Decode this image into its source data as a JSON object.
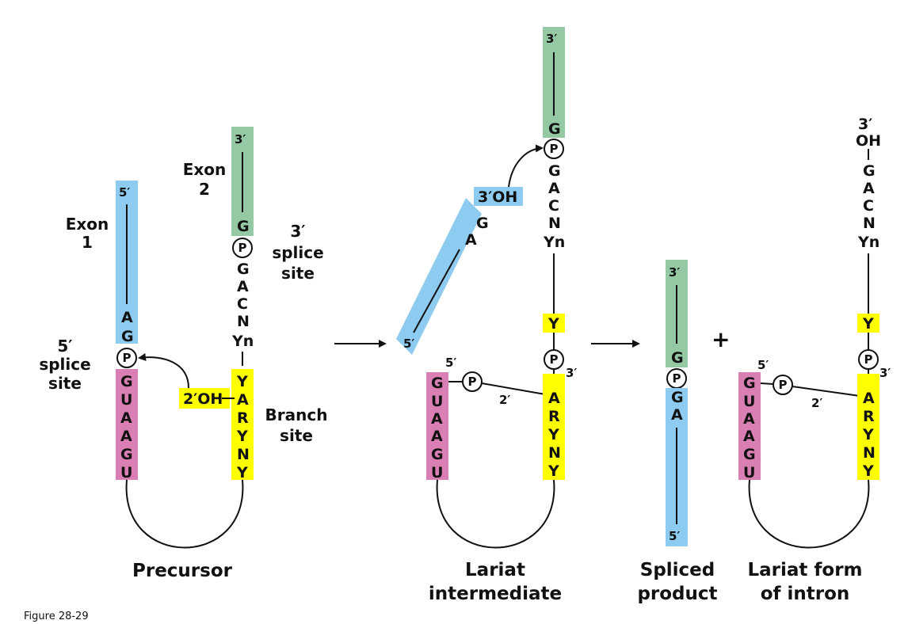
{
  "colors": {
    "exon1": "#8ecbf0",
    "exon2": "#94c9a3",
    "intron_start": "#d97fb3",
    "branch": "#ffff00",
    "line": "#111111"
  },
  "labels": {
    "p": "P",
    "five_prime": "5′",
    "three_prime": "3′",
    "two_prime": "2′",
    "oh_3": "3′OH",
    "oh_2": "2′OH",
    "plus": "+",
    "oh": "OH"
  },
  "precursor": {
    "exon1_label": [
      "Exon",
      "1"
    ],
    "exon2_label": [
      "Exon",
      "2"
    ],
    "five_splice": [
      "5′",
      "splice",
      "site"
    ],
    "three_splice": [
      "3′",
      "splice",
      "site"
    ],
    "branch_site": [
      "Branch",
      "site"
    ],
    "exon1_end": [
      "A",
      "G"
    ],
    "intron_5": [
      "G",
      "U",
      "A",
      "A",
      "G",
      "U"
    ],
    "exon2_start": "G",
    "intron_3": [
      "G",
      "A",
      "C",
      "N",
      "Yn"
    ],
    "branch_seq": [
      "Y",
      "A",
      "R",
      "Y",
      "N",
      "Y"
    ],
    "caption": "Precursor"
  },
  "intermediate": {
    "exon1_seq": [
      "A",
      "G"
    ],
    "exon2_start": "G",
    "intron_3": [
      "G",
      "A",
      "C",
      "N",
      "Yn"
    ],
    "y_top": "Y",
    "intron_5": [
      "G",
      "U",
      "A",
      "A",
      "G",
      "U"
    ],
    "branch_seq": [
      "A",
      "R",
      "Y",
      "N",
      "Y"
    ],
    "caption": [
      "Lariat",
      "intermediate"
    ]
  },
  "spliced": {
    "exon2_end": "G",
    "exon1_start": [
      "G",
      "A"
    ],
    "caption": [
      "Spliced",
      "product"
    ]
  },
  "lariat_form": {
    "intron_3": [
      "G",
      "A",
      "C",
      "N",
      "Yn"
    ],
    "y_top": "Y",
    "intron_5": [
      "G",
      "U",
      "A",
      "A",
      "G",
      "U"
    ],
    "branch_seq": [
      "A",
      "R",
      "Y",
      "N",
      "Y"
    ],
    "caption": [
      "Lariat form",
      "of intron"
    ]
  },
  "figure_label": "Figure 28-29"
}
